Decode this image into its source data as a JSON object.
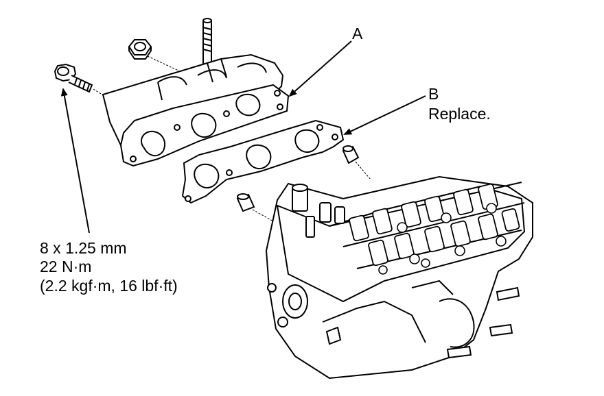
{
  "callouts": {
    "part_a": {
      "letter": "A"
    },
    "part_b": {
      "letter": "B",
      "note": "Replace."
    }
  },
  "fastener_spec": {
    "size": "8 x 1.25 mm",
    "torque_nm": "22 N·m",
    "torque_alt": "(2.2 kgf·m, 16 lbf·ft)"
  },
  "icons": {
    "bolt": "bolt-icon",
    "nut": "nut-icon",
    "stud": "stud-icon",
    "dowel": "dowel-pin-icon"
  },
  "colors": {
    "ink": "#000000",
    "paper": "#ffffff"
  }
}
